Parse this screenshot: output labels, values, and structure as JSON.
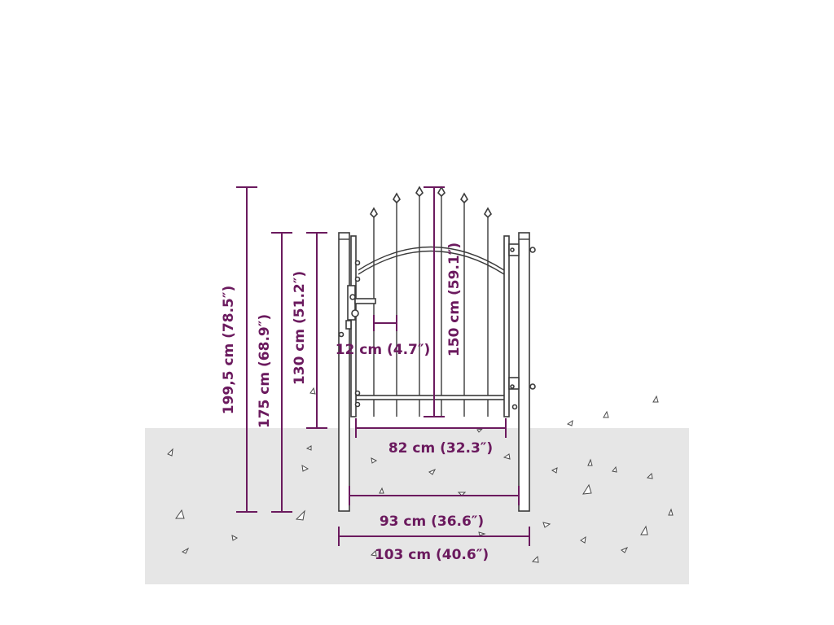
{
  "diagram": {
    "ground_color": "#e6e6e6",
    "dimension_color": "#6b1a5e",
    "gate_stroke_color": "#3a3a3a",
    "labels": {
      "total_height": "199,5 cm (78.5″)",
      "post_height": "175 cm (68.9″)",
      "gate_height": "130 cm (51.2″)",
      "center_height": "150 cm (59.1″)",
      "bar_spacing": "12 cm (4.7″)",
      "gate_width": "82 cm (32.3″)",
      "inner_post_width": "93 cm (36.6″)",
      "outer_width": "103 cm (40.6″)"
    }
  }
}
